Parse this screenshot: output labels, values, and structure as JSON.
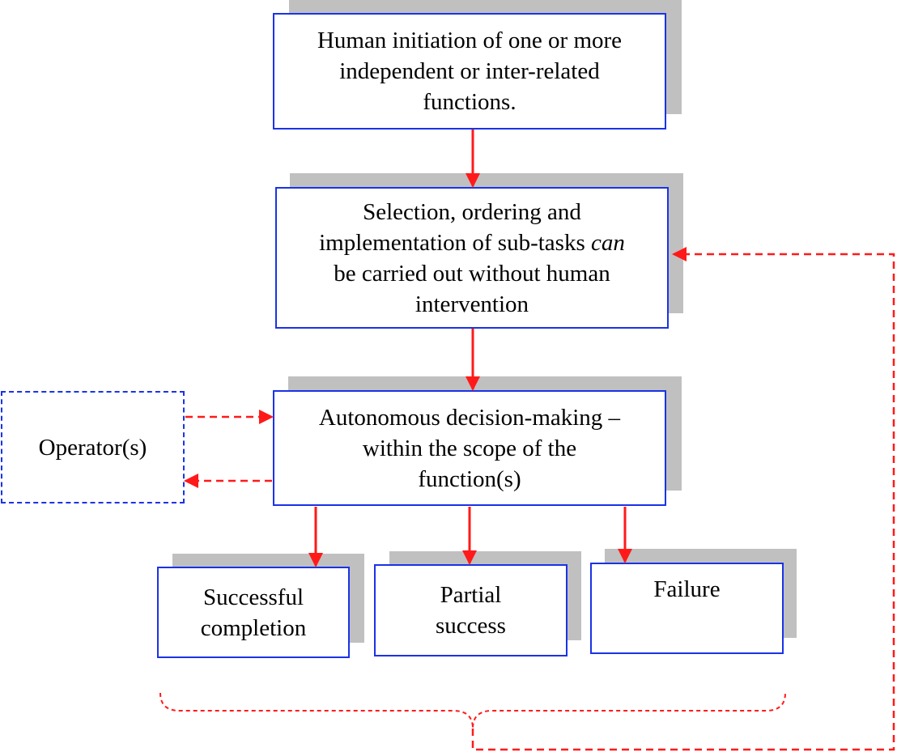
{
  "colors": {
    "box_border": "#1a33e6",
    "shadow": "#c0c0c0",
    "arrow": "#ff1a1a"
  },
  "boxes": {
    "initiation": {
      "lines": [
        "Human initiation of one or more",
        "independent or inter-related",
        "functions."
      ]
    },
    "selection": {
      "line1": "Selection, ordering and",
      "line2_pre": "implementation of sub-tasks ",
      "line2_em": "can",
      "line3": "be carried out without human",
      "line4": "intervention"
    },
    "decision": {
      "lines": [
        "Autonomous decision-making –",
        "within the scope of the",
        "function(s)"
      ]
    },
    "operator": {
      "label": "Operator(s)"
    },
    "outcomes": [
      {
        "lines": [
          "Successful",
          "completion"
        ]
      },
      {
        "lines": [
          "Partial",
          "success"
        ]
      },
      {
        "lines": [
          "Failure"
        ]
      }
    ]
  }
}
